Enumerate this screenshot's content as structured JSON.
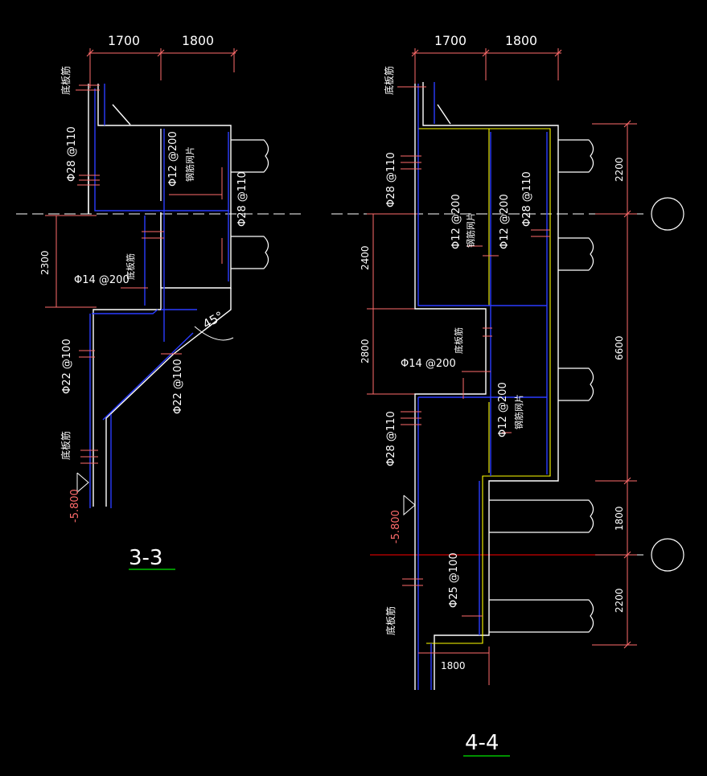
{
  "colors": {
    "background": "#000000",
    "dim": "#ff6b6b",
    "outline": "#ffffff",
    "rebar": "#2a3cff",
    "axis": "#ff0000",
    "yellow": "#ffff00",
    "label": "#ffffff",
    "title_underline": "#00c000"
  },
  "section_33": {
    "title": "3-3",
    "dim_top_left": "1700",
    "dim_top_right": "1800",
    "dim_left_mid": "2300",
    "angle_label": "45°",
    "rebar_bottom_top": "底板筋",
    "rebar_top_wall": "Φ28 @110",
    "rebar_mesh_spacing": "Φ12 @200",
    "rebar_mesh_name": "钢筋网片",
    "rebar_side_wall": "Φ28 @110",
    "rebar_step": "Φ14 @200",
    "rebar_step_name": "底板筋",
    "rebar_lower_wall": "Φ22 @100",
    "rebar_slope": "Φ22 @100",
    "rebar_bottom_bottom": "底板筋",
    "elevation": "-5.800"
  },
  "section_44": {
    "title": "4-4",
    "dim_top_left": "1700",
    "dim_top_right": "1800",
    "dim_left_upper": "2400",
    "dim_left_lower": "2800",
    "dim_right_top": "2200",
    "dim_right_mid": "6600",
    "dim_right_low": "1800",
    "dim_right_bottom": "2200",
    "dim_bottom": "1800",
    "rebar_bottom_top": "底板筋",
    "rebar_top_wall": "Φ28 @110",
    "rebar_mid_1": "Φ12 @200",
    "rebar_mid_1_name": "钢筋网片",
    "rebar_mid_2": "Φ12 @200",
    "rebar_mid_3": "Φ28 @110",
    "rebar_step": "Φ14 @200",
    "rebar_step_name": "底板筋",
    "rebar_lower_mesh": "Φ12 @200",
    "rebar_lower_mesh_name": "钢筋网片",
    "rebar_lower_wall": "Φ28 @110",
    "elevation": "-5.800",
    "rebar_pit": "Φ25 @100",
    "rebar_pit_bottom": "底板筋"
  }
}
